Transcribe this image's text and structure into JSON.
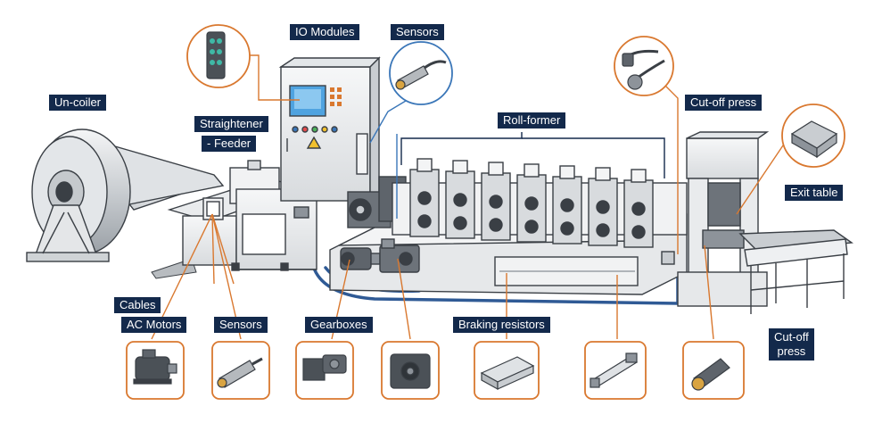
{
  "labels": {
    "io_modules": "IO Modules",
    "sensors_top": "Sensors",
    "uncoiler": "Un-coiler",
    "straightener_line1": "Straightener",
    "straightener_line2": "- Feeder",
    "roll_former": "Roll-former",
    "cutoff_press_top": "Cut-off press",
    "exit_table": "Exit table",
    "cables": "Cables",
    "ac_motors": "AC Motors",
    "sensors_bottom": "Sensors",
    "gearboxes": "Gearboxes",
    "braking_resistors": "Braking resistors",
    "cutoff_press_bottom_line1": "Cut-off",
    "cutoff_press_bottom_line2": "press"
  },
  "colors": {
    "label_bg": "#13294b",
    "callout_orange": "#d9782f",
    "callout_blue": "#3a76b8",
    "cable_blue": "#2f5a95",
    "machine_body": "#eef0f2",
    "machine_outline": "#3a3f45",
    "hmi_screen": "#4fa3e0"
  },
  "icons": {
    "io_module": "io-module-icon",
    "proximity_sensor": "proximity-sensor-icon",
    "connector_cable": "m12-connector-cable-icon",
    "press_cylinder": "pneumatic-cylinder-icon",
    "ac_motor": "ac-motor-icon",
    "gearbox": "gearbox-icon",
    "gear_motor": "gear-motor-icon",
    "braking_resistor": "braking-resistor-icon",
    "linear_actuator": "linear-actuator-icon",
    "m12_connector": "m12-connector-icon",
    "warning": "warning-icon"
  }
}
